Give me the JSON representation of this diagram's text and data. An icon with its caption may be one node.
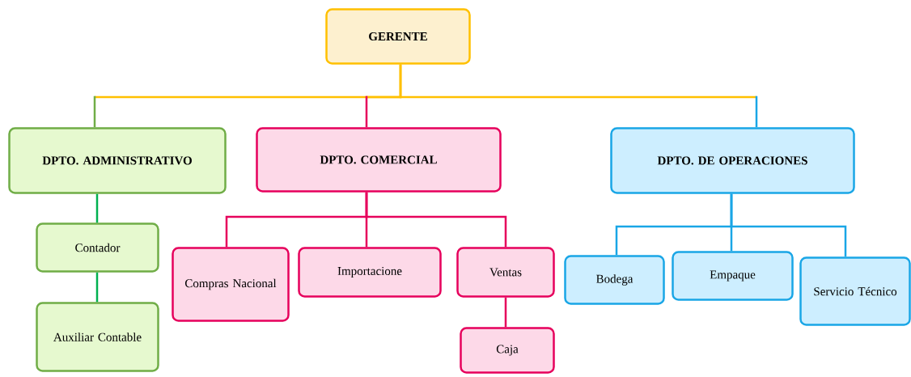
{
  "diagram": {
    "nodes": [
      {
        "text": [
          "GERENTE"
        ]
      },
      {
        "text": [
          "DPTO. ADMINISTRATIVO"
        ]
      },
      {
        "text": [
          "DPTO. COMERCIAL"
        ]
      },
      {
        "text": [
          "DPTO. DE OPERACIONES"
        ]
      },
      {
        "text": [
          "Contador"
        ]
      },
      {
        "text": [
          "Auxiliar Contable"
        ]
      },
      {
        "text": [
          "Compras Nacional"
        ]
      },
      {
        "text": [
          "Importacione"
        ]
      },
      {
        "text": [
          "Ventas"
        ]
      },
      {
        "text": [
          "Caja"
        ]
      },
      {
        "text": [
          "Bodega"
        ]
      },
      {
        "text": [
          "Empaque"
        ]
      },
      {
        "text": [
          "Servicio Técnico"
        ]
      }
    ],
    "edges": [
      {
        "from": 0,
        "to": 1,
        "arrow": "none",
        "color": "#ffc000"
      },
      {
        "from": 0,
        "to": 2,
        "arrow": "none",
        "color": "#ffc000"
      },
      {
        "from": 0,
        "to": 3,
        "arrow": "none",
        "color": "#ffc000"
      },
      {
        "from": 1,
        "to": 4,
        "arrow": "none",
        "color": "#00b050"
      },
      {
        "from": 4,
        "to": 5,
        "arrow": "none",
        "color": "#00b050"
      },
      {
        "from": 2,
        "to": 6,
        "arrow": "none",
        "color": "#e6005c"
      },
      {
        "from": 2,
        "to": 7,
        "arrow": "none",
        "color": "#e6005c"
      },
      {
        "from": 2,
        "to": 8,
        "arrow": "none",
        "color": "#e6005c"
      },
      {
        "from": 8,
        "to": 9,
        "arrow": "none",
        "color": "#e6005c"
      },
      {
        "from": 3,
        "to": 10,
        "arrow": "none",
        "color": "#1aa6e6"
      },
      {
        "from": 3,
        "to": 11,
        "arrow": "none",
        "color": "#1aa6e6"
      },
      {
        "from": 3,
        "to": 12,
        "arrow": "none",
        "color": "#1aa6e6"
      }
    ]
  }
}
